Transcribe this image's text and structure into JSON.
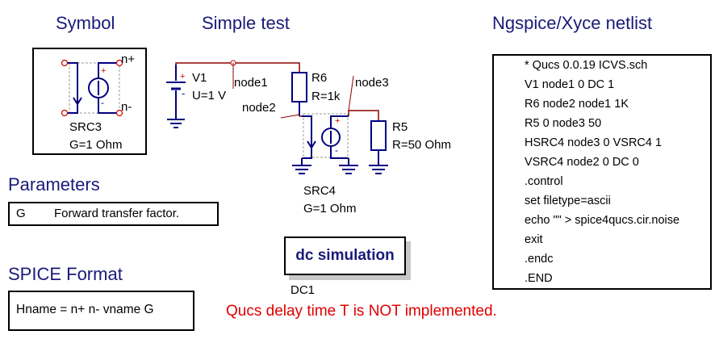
{
  "headings": {
    "symbol": "Symbol",
    "simple_test": "Simple test",
    "netlist": "Ngspice/Xyce netlist",
    "parameters": "Parameters",
    "spice_format": "SPICE Format"
  },
  "symbol": {
    "pin_pos": "n+",
    "pin_neg": "n-",
    "name": "SRC3",
    "gain": "G=1 Ohm"
  },
  "schematic": {
    "v1_name": "V1",
    "v1_value": "U=1 V",
    "r6_name": "R6",
    "r6_value": "R=1k",
    "r5_name": "R5",
    "r5_value": "R=50 Ohm",
    "src4_name": "SRC4",
    "src4_gain": "G=1 Ohm",
    "node1": "node1",
    "node2": "node2",
    "node3": "node3",
    "plus": "+",
    "minus": "-"
  },
  "parameters": {
    "name": "G",
    "description": "Forward transfer factor."
  },
  "spice_format": "Hname = n+ n- vname  G",
  "simulation": {
    "label": "dc simulation",
    "name": "DC1"
  },
  "netlist": [
    "* Qucs 0.0.19  ICVS.sch",
    "V1 node1 0 DC 1",
    "R6 node2 node1  1K",
    "R5 0 node3  50",
    "HSRC4 node3 0  VSRC4 1",
    "VSRC4 node2 0 DC 0",
    ".control",
    "set filetype=ascii",
    "echo \"\" > spice4qucs.cir.noise",
    "exit",
    ".endc",
    ".END"
  ],
  "warning": "Qucs delay time T is NOT implemented.",
  "colors": {
    "heading": "#1a1a7a",
    "wire": "#8b0000",
    "component": "#000080",
    "plus_sign": "#cc0000",
    "warning": "#e00000"
  }
}
